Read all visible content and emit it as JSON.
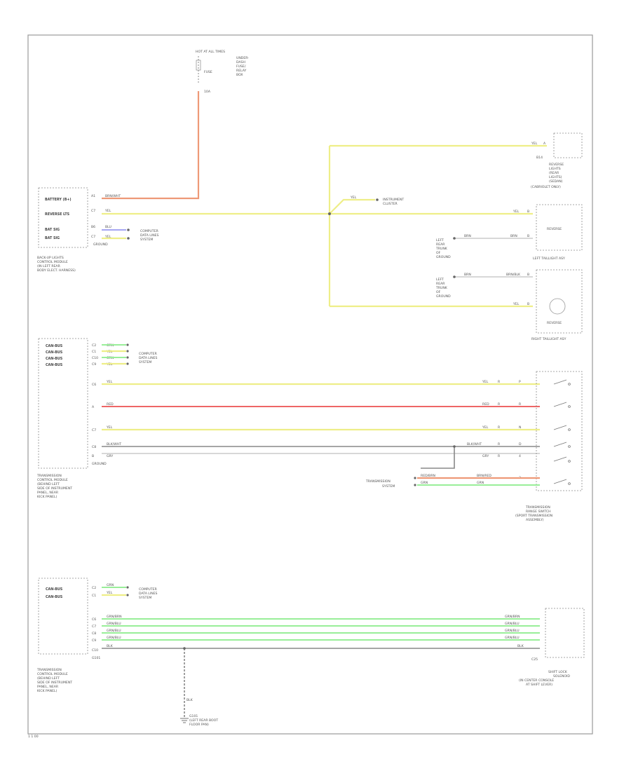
{
  "fuse": {
    "header": "HOT AT ALL TIMES",
    "fuse_id": "FUSE",
    "fuse_rating": "10A",
    "block_lines": [
      "UNDER-",
      "DASH",
      "FUSE/",
      "RELAY",
      "BOX"
    ]
  },
  "back_up_module": {
    "pins": [
      {
        "num": "A1",
        "label": "BATTERY (B+)",
        "color": "BRN/WHT"
      },
      {
        "num": "C7",
        "label": "REVERSE LTS",
        "color": "YEL"
      },
      {
        "num": "B6",
        "label": "BAT SIG",
        "color": "BLU"
      },
      {
        "num": "C7",
        "label": "BAT SIG",
        "color": "YEL"
      }
    ],
    "ref": "GROUND",
    "name_lines": [
      "BACK-UP LIGHTS",
      "CONTROL MODULE",
      "(IN LEFT REAR",
      "BODY ELECT. HARNESS)"
    ],
    "ref_system": [
      "COMPUTER",
      "DATA LINES",
      "SYSTEM"
    ]
  },
  "splice": {
    "color": "YEL",
    "name_lines": [
      "INSTRUMENT",
      "CLUSTER"
    ]
  },
  "right_components": [
    {
      "pin": "A",
      "color": "YEL",
      "name_lines": [
        "REVERSE",
        "LIGHTS",
        "(REAR",
        "LIGHTS)",
        "(SEDAN)",
        "(CABRIOLET ONLY)"
      ],
      "code": "B14"
    },
    {
      "pin": "B",
      "color": "YEL",
      "name": "REVERSE",
      "sub": "LEFT TAILLIGHT ASY"
    },
    {
      "pin": "B",
      "color": "YEL",
      "name": "REVERSE",
      "sub": "RIGHT TAILLIGHT ASY"
    }
  ],
  "ground_refs": [
    {
      "color": "BRN",
      "wire": "BRN",
      "pin": "B",
      "lines": [
        "LEFT",
        "REAR",
        "TRUNK",
        "OF",
        "GROUND"
      ]
    },
    {
      "color": "BRN",
      "wire": "BRN/BLK",
      "pin": "B",
      "lines": [
        "LEFT",
        "REAR",
        "TRUNK",
        "OF",
        "GROUND"
      ]
    }
  ],
  "tcm": {
    "pins": [
      {
        "num": "C2",
        "label": "CAN-BUS",
        "color": "GRN"
      },
      {
        "num": "C1",
        "label": "CAN-BUS",
        "color": "YEL"
      },
      {
        "num": "C10",
        "label": "CAN-BUS",
        "color": "GRN"
      },
      {
        "num": "C9",
        "label": "CAN-BUS",
        "color": "YEL"
      }
    ],
    "wires": [
      {
        "num": "C6",
        "color": "YEL",
        "end_color": "YEL",
        "pin": "R"
      },
      {
        "num": "A",
        "color": "RED",
        "end_color": "RED",
        "pin": "R"
      },
      {
        "num": "C7",
        "color": "YEL",
        "end_color": "YEL",
        "pin": "R"
      },
      {
        "num": "C8",
        "color": "BLK/WHT",
        "end_color": "BLK/WHT",
        "pin": "R"
      },
      {
        "num": "B",
        "color": "GRY",
        "end_color": "GRY",
        "pin": "R"
      }
    ],
    "ref": "GROUND",
    "name_lines": [
      "TRANSMISSION",
      "CONTROL MODULE",
      "(BEHIND LEFT",
      "SIDE OF INSTRUMENT",
      "PANEL, NEAR",
      "KICK PANEL)"
    ],
    "ref_system": [
      "COMPUTER",
      "DATA LINES",
      "SYSTEM"
    ]
  },
  "range_switch": {
    "name_lines": [
      "TRANSMISSION",
      "RANGE SWITCH",
      "(SPORT TRANSMISSION",
      "ASSEMBLY)"
    ],
    "positions": [
      "P",
      "R",
      "N",
      "D",
      "4",
      "3"
    ],
    "extra": [
      {
        "color": "RED/BRN",
        "end": "BRN/RED"
      },
      {
        "color": "GRN",
        "end": "GRN"
      }
    ],
    "ref_lines": [
      "TRANSMISSION",
      "SYSTEM"
    ]
  },
  "ecm": {
    "pins": [
      {
        "num": "C2",
        "label": "CAN-BUS",
        "color": "GRN"
      },
      {
        "num": "C1",
        "label": "CAN-BUS",
        "color": "YEL"
      }
    ],
    "wires": [
      {
        "num": "C6",
        "color": "GRN/BRN",
        "end": "GRN/BRN"
      },
      {
        "num": "C7",
        "color": "GRN/BLU",
        "end": "GRN/BLU"
      },
      {
        "num": "C8",
        "color": "GRN/BLU",
        "end": "GRN/BLU"
      },
      {
        "num": "C9",
        "color": "GRN/BLU",
        "end": "GRN/BLU"
      },
      {
        "num": "C10",
        "color": "BLK",
        "end": "BLK"
      }
    ],
    "ref": "G101",
    "name_lines": [
      "TRANSMISSION",
      "CONTROL MODULE",
      "(BEHIND LEFT",
      "SIDE OF INSTRUMENT",
      "PANEL, NEAR",
      "KICK PANEL)"
    ],
    "ref_system": [
      "COMPUTER",
      "DATA LINES",
      "SYSTEM"
    ],
    "ground_label": [
      "G101",
      "(LEFT REAR BOOT",
      "FLOOR PAN)"
    ],
    "ground_wire": "BLK"
  },
  "shift_lock": {
    "name_lines": [
      "SHIFT LOCK",
      "SOLENOID",
      "(IN CENTER CONSOLE",
      "AT SHIFT LEVER)"
    ],
    "code": "C25"
  },
  "footer": {
    "page_id": "1 1 00"
  }
}
